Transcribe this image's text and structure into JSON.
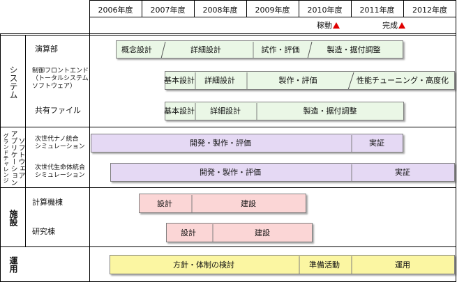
{
  "years": [
    "2006年度",
    "2007年度",
    "2008年度",
    "2009年度",
    "2010年度",
    "2011年度",
    "2012年度"
  ],
  "milestones": [
    {
      "label": "稼動",
      "marker": "red-triangle"
    },
    {
      "label": "完成",
      "marker": "red-triangle"
    }
  ],
  "categories": {
    "system": "システム",
    "software_lines": [
      "ソフトウェア",
      "アプリケーション",
      "グランドチャレンジ"
    ],
    "facility": "施設",
    "operation": "運用"
  },
  "rows": {
    "compute": {
      "label": "演算部",
      "phases": [
        "概念設計",
        "詳細設計",
        "試作・評価",
        "製造・据付調整"
      ]
    },
    "frontend": {
      "label_lines": [
        "制御フロントエンド",
        "（トータルシステム",
        "ソフトウェア）"
      ],
      "phases": [
        "基本設計",
        "詳細設計",
        "製作・評価",
        "性能チューニング・高度化"
      ]
    },
    "shared": {
      "label": "共有ファイル",
      "phases": [
        "基本設計",
        "詳細設計",
        "製造・据付調整"
      ]
    },
    "nano": {
      "label_lines": [
        "次世代ナノ統合",
        "シミュレーション"
      ],
      "phases": [
        "開発・製作・評価",
        "実証"
      ]
    },
    "life": {
      "label_lines": [
        "次世代生命体統合",
        "シミュレーション"
      ],
      "phases": [
        "開発・製作・評価",
        "実証"
      ]
    },
    "compute_building": {
      "label": "計算機棟",
      "phases": [
        "設計",
        "建設"
      ]
    },
    "research_building": {
      "label": "研究棟",
      "phases": [
        "設計",
        "建設"
      ]
    },
    "operation": {
      "phases": [
        "方針・体制の検討",
        "準備活動",
        "運用"
      ]
    }
  },
  "colors": {
    "system_bar": "#eaf7e6",
    "software_bar": "#e5d9f4",
    "facility_bar": "#fbd6d6",
    "operation_bar": "#fbf6a2",
    "milestone": "#e00000"
  }
}
